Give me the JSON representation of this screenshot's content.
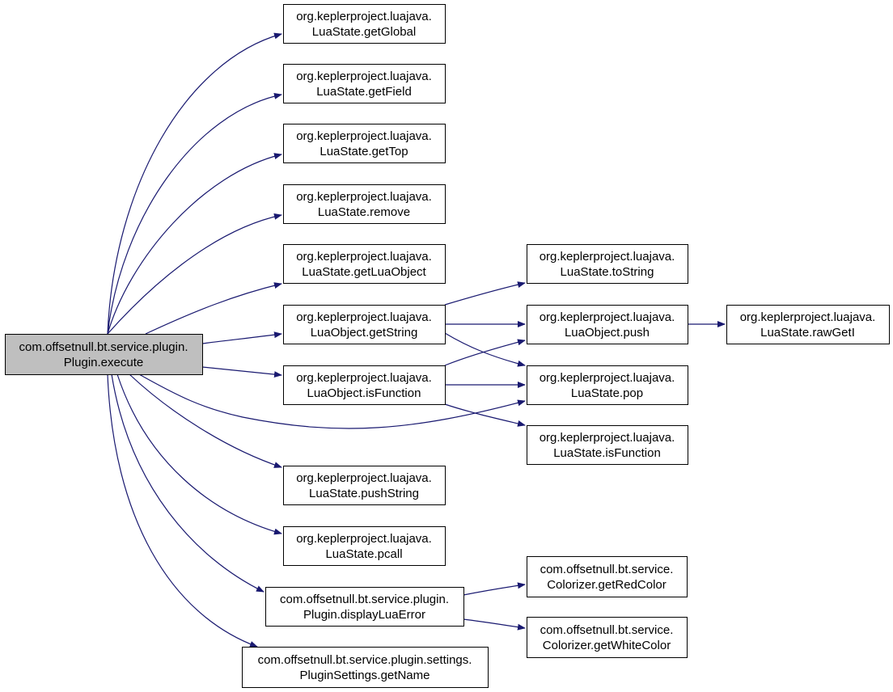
{
  "graph": {
    "node_fill": "#ffffff",
    "root_fill": "#bfbfbf",
    "edge_color": "#191970",
    "nodes": [
      {
        "id": "execute",
        "line1": "com.offsetnull.bt.service.plugin.",
        "line2": "Plugin.execute",
        "root": true
      },
      {
        "id": "getGlobal",
        "line1": "org.keplerproject.luajava.",
        "line2": "LuaState.getGlobal"
      },
      {
        "id": "getField",
        "line1": "org.keplerproject.luajava.",
        "line2": "LuaState.getField"
      },
      {
        "id": "getTop",
        "line1": "org.keplerproject.luajava.",
        "line2": "LuaState.getTop"
      },
      {
        "id": "remove",
        "line1": "org.keplerproject.luajava.",
        "line2": "LuaState.remove"
      },
      {
        "id": "getLuaObject",
        "line1": "org.keplerproject.luajava.",
        "line2": "LuaState.getLuaObject"
      },
      {
        "id": "getString",
        "line1": "org.keplerproject.luajava.",
        "line2": "LuaObject.getString"
      },
      {
        "id": "isFunctionObj",
        "line1": "org.keplerproject.luajava.",
        "line2": "LuaObject.isFunction"
      },
      {
        "id": "pushString",
        "line1": "org.keplerproject.luajava.",
        "line2": "LuaState.pushString"
      },
      {
        "id": "pcall",
        "line1": "org.keplerproject.luajava.",
        "line2": "LuaState.pcall"
      },
      {
        "id": "displayLuaError",
        "line1": "com.offsetnull.bt.service.plugin.",
        "line2": "Plugin.displayLuaError"
      },
      {
        "id": "getName",
        "line1": "com.offsetnull.bt.service.plugin.settings.",
        "line2": "PluginSettings.getName"
      },
      {
        "id": "toString",
        "line1": "org.keplerproject.luajava.",
        "line2": "LuaState.toString"
      },
      {
        "id": "push",
        "line1": "org.keplerproject.luajava.",
        "line2": "LuaObject.push"
      },
      {
        "id": "pop",
        "line1": "org.keplerproject.luajava.",
        "line2": "LuaState.pop"
      },
      {
        "id": "isFunctionState",
        "line1": "org.keplerproject.luajava.",
        "line2": "LuaState.isFunction"
      },
      {
        "id": "getRedColor",
        "line1": "com.offsetnull.bt.service.",
        "line2": "Colorizer.getRedColor"
      },
      {
        "id": "getWhiteColor",
        "line1": "com.offsetnull.bt.service.",
        "line2": "Colorizer.getWhiteColor"
      },
      {
        "id": "rawGetI",
        "line1": "org.keplerproject.luajava.",
        "line2": "LuaState.rawGetI"
      }
    ],
    "edges": [
      {
        "from": "execute",
        "to": "getGlobal"
      },
      {
        "from": "execute",
        "to": "getField"
      },
      {
        "from": "execute",
        "to": "getTop"
      },
      {
        "from": "execute",
        "to": "remove"
      },
      {
        "from": "execute",
        "to": "getLuaObject"
      },
      {
        "from": "execute",
        "to": "getString"
      },
      {
        "from": "execute",
        "to": "isFunctionObj"
      },
      {
        "from": "execute",
        "to": "pop"
      },
      {
        "from": "execute",
        "to": "pushString"
      },
      {
        "from": "execute",
        "to": "pcall"
      },
      {
        "from": "execute",
        "to": "displayLuaError"
      },
      {
        "from": "execute",
        "to": "getName"
      },
      {
        "from": "getString",
        "to": "toString"
      },
      {
        "from": "getString",
        "to": "push"
      },
      {
        "from": "getString",
        "to": "pop"
      },
      {
        "from": "isFunctionObj",
        "to": "push"
      },
      {
        "from": "isFunctionObj",
        "to": "pop"
      },
      {
        "from": "isFunctionObj",
        "to": "isFunctionState"
      },
      {
        "from": "push",
        "to": "rawGetI"
      },
      {
        "from": "displayLuaError",
        "to": "getRedColor"
      },
      {
        "from": "displayLuaError",
        "to": "getWhiteColor"
      }
    ]
  }
}
